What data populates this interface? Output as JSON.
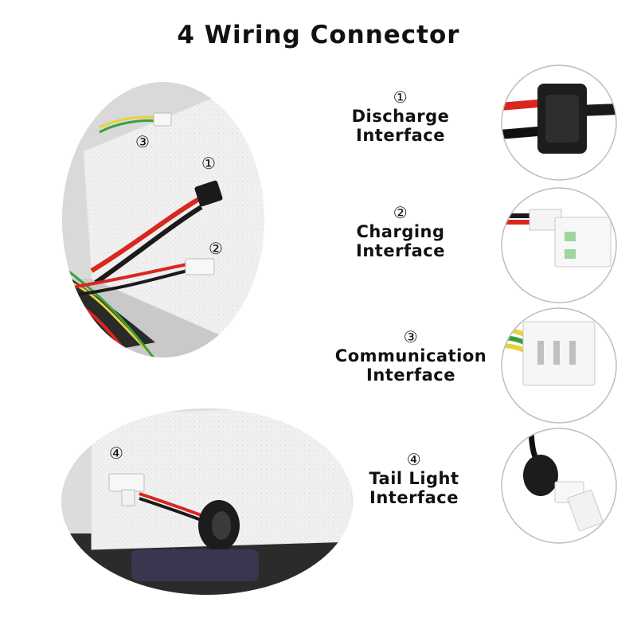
{
  "title": "4 Wiring Connector",
  "markers": {
    "m1": "①",
    "m2": "②",
    "m3": "③",
    "m4": "④"
  },
  "connectors": [
    {
      "number": "①",
      "line1": "Discharge",
      "line2": "Interface",
      "thumbnail": "black-xt-connector"
    },
    {
      "number": "②",
      "line1": "Charging",
      "line2": "Interface",
      "thumbnail": "white-2pin-connector"
    },
    {
      "number": "③",
      "line1": "Communication",
      "line2": "Interface",
      "thumbnail": "white-3pin-connector"
    },
    {
      "number": "④",
      "line1": "Tail Light",
      "line2": "Interface",
      "thumbnail": "tail-light-grommet-connector"
    }
  ],
  "colors": {
    "wire_red": "#d9271e",
    "wire_black": "#1a1a1a",
    "wire_yellow": "#e6d23a",
    "wire_green": "#3aa03a",
    "foam": "#f1f1f1"
  }
}
